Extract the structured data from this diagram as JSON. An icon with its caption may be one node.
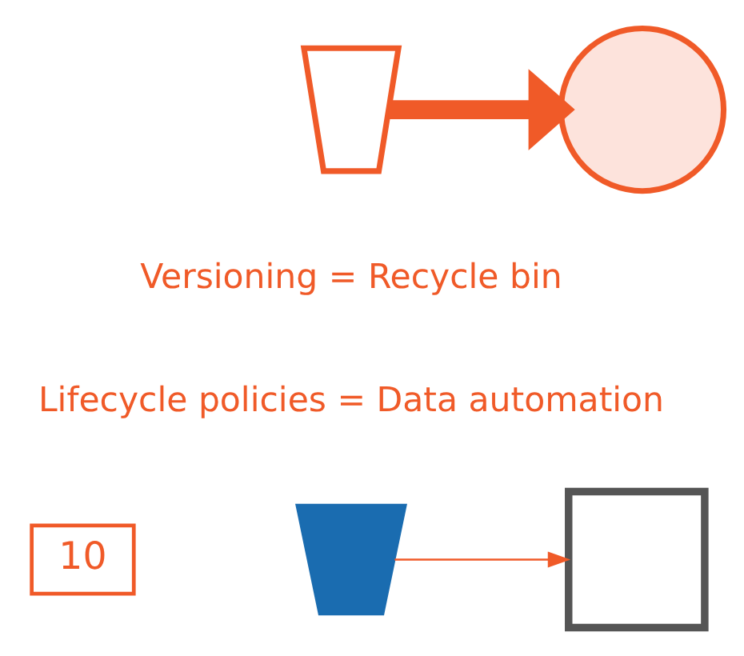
{
  "diagram": {
    "nodes": [
      {
        "text": [],
        "shape": "bin"
      },
      {
        "text": [],
        "shape": "circle"
      },
      {
        "text": [
          "10"
        ]
      },
      {
        "text": [],
        "shape": "bucket"
      },
      {
        "text": [],
        "shape": "box"
      }
    ],
    "edges": [
      {
        "from": 0,
        "to": 1,
        "arrow": "to",
        "style": "thick"
      },
      {
        "from": 3,
        "to": 4,
        "arrow": "to"
      }
    ],
    "labels": [
      "Versioning = Recycle bin",
      "Lifecycle policies = Data automation"
    ]
  }
}
